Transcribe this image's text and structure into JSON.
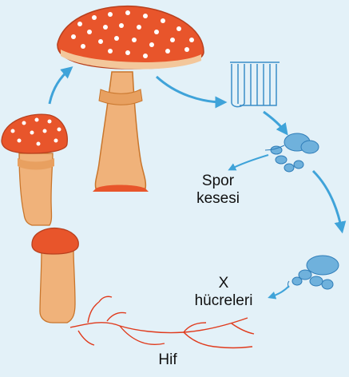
{
  "labels": {
    "spor_line1": "Spor",
    "spor_line2": "kesesi",
    "x_line1": "X",
    "x_line2": "hücreleri",
    "hif": "Hif"
  },
  "colors": {
    "background": "#e3f1f8",
    "cap": "#e8552b",
    "cap_spots": "#ffffff",
    "stem": "#f0b27a",
    "stem_outline": "#c9762c",
    "arrows": "#3fa3d9",
    "hyphae": "#e03a1c",
    "spore_cells": "#6fb1dc",
    "gill_lines": "#3b8ec8"
  },
  "icons": [
    "mushroom-large",
    "mushroom-medium",
    "mushroom-small",
    "gill-section",
    "basidium",
    "cycle-arrow",
    "hyphae-network"
  ]
}
